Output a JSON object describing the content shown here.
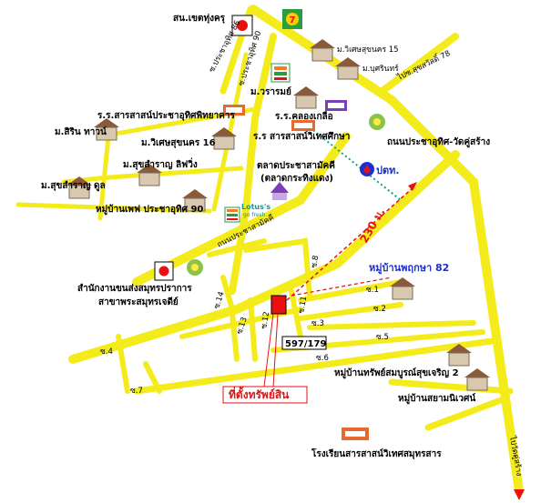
{
  "colors": {
    "road": "#f4ec1a",
    "road_edge": "#e3d500",
    "accent_red": "#e81010",
    "accent_blue": "#1c2fd1",
    "teal": "#0b9b96"
  },
  "labels": {
    "police_top": "สน.เขตทุ่งครุ",
    "soi_86": "ซ.ประชาอุทิศ 86",
    "soi_90": "ซ.ประชาอุทิศ 90",
    "m_wises15": "ม.วิเศษสุขนคร 15",
    "m_burin": "ม.บุศรินทร์",
    "post_78": "ไปซ.สุขสวัสดิ์ 78",
    "m_waraporn": "ม.วรารมย์",
    "school_sarasas_pracha": "ร.ร.สารสาสน์ประชาอุทิศพิทยาคาร",
    "school_klong": "ร.ร.คลองเกลือ",
    "school_sarasas_witet": "ร.ร สารสาสน์วิเทศศึกษา",
    "road_pracha_wat": "ถนนประชาอุทิศ-วัดคู่สร้าง",
    "m_sirin": "ม.สิริน ทาวน์",
    "m_wises16": "ม.วิเศษสุขนคร 16",
    "market": "ตลาดประชาสามัคคี",
    "market_sub": "(ตลาดกระทิงแดง)",
    "m_sukhsamran_liwing": "ม.สุขสำราญ ลิฟวิ่ง",
    "ptt": "ปตท.",
    "m_sukhsamran_dool": "ม.สุขสำราญ ดูล",
    "m_pef": "หมู่บ้านเพฟ ประชาอุทิศ 90",
    "lotus": "Lotus's",
    "lotus_sub": "go fresh",
    "road_samakki": "ถนนประชาสามัคคี",
    "distance": "230 ม.",
    "m_pruksa": "หมู่บ้านพฤกษา 82",
    "office": "สำนักงานขนส่งสมุทรปราการ",
    "office_sub": "สาขาพระสมุทรเจดีย์",
    "s8": "ซ.8",
    "s1": "ซ.1",
    "s2": "ซ.2",
    "s3": "ซ.3",
    "s5": "ซ.5",
    "s6": "ซ.6",
    "s4": "ซ.4",
    "s7": "ซ.7",
    "s11": "ซ.11",
    "s12": "ซ.12",
    "s13": "ซ.13",
    "s14": "ซ.14",
    "house_no": "597/179",
    "m_sap": "หมู่บ้านทรัพย์สมบูรณ์สุขเจริญ 2",
    "m_siam": "หมู่บ้านสยามนิเวศน์",
    "property": "ที่ตั้งทรัพย์สิน",
    "school_bottom": "โรงเรียนสารสาสน์วิเทศสมุทรสาร",
    "to_wat": "ไปวัดคู่สร้าง"
  },
  "icons": [
    "police-icon",
    "seven-eleven-icon",
    "house-icon",
    "school-icon",
    "temple-icon",
    "ptt-icon",
    "lotus-icon",
    "property-marker-icon"
  ]
}
